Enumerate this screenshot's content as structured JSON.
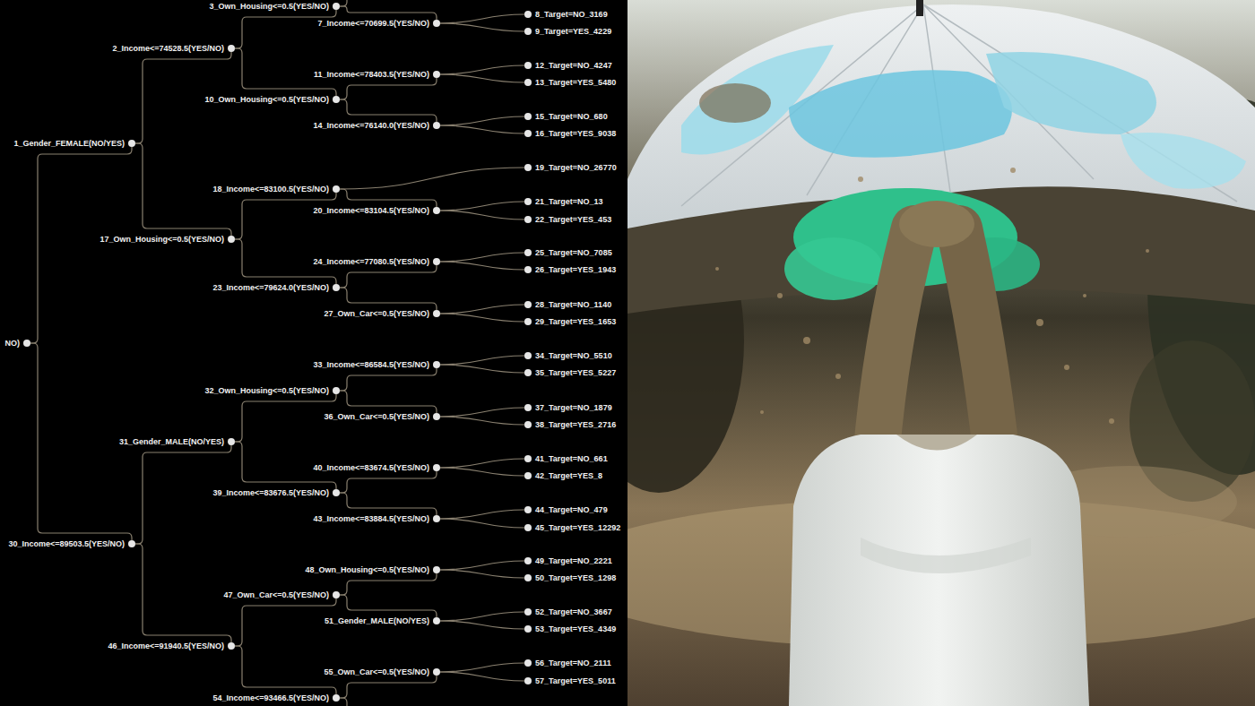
{
  "diagram": {
    "nodes": [
      {
        "text": [
          "NO)"
        ]
      },
      {
        "text": [
          "1_Gender_FEMALE(NO/YES)"
        ]
      },
      {
        "text": [
          "2_Income<=74528.5(YES/NO)"
        ]
      },
      {
        "text": [
          "3_Own_Housing<=0.5(YES/NO)"
        ]
      },
      {
        "text": [
          "7_Income<=70699.5(YES/NO)"
        ]
      },
      {
        "text": [
          "8_Target=NO_3169"
        ]
      },
      {
        "text": [
          "9_Target=YES_4229"
        ]
      },
      {
        "text": [
          "10_Own_Housing<=0.5(YES/NO)"
        ]
      },
      {
        "text": [
          "11_Income<=78403.5(YES/NO)"
        ]
      },
      {
        "text": [
          "12_Target=NO_4247"
        ]
      },
      {
        "text": [
          "13_Target=YES_5480"
        ]
      },
      {
        "text": [
          "14_Income<=76140.0(YES/NO)"
        ]
      },
      {
        "text": [
          "15_Target=NO_680"
        ]
      },
      {
        "text": [
          "16_Target=YES_9038"
        ]
      },
      {
        "text": [
          "17_Own_Housing<=0.5(YES/NO)"
        ]
      },
      {
        "text": [
          "18_Income<=83100.5(YES/NO)"
        ]
      },
      {
        "text": [
          "19_Target=NO_26770"
        ]
      },
      {
        "text": [
          "20_Income<=83104.5(YES/NO)"
        ]
      },
      {
        "text": [
          "21_Target=NO_13"
        ]
      },
      {
        "text": [
          "22_Target=YES_453"
        ]
      },
      {
        "text": [
          "23_Income<=79624.0(YES/NO)"
        ]
      },
      {
        "text": [
          "24_Income<=77080.5(YES/NO)"
        ]
      },
      {
        "text": [
          "25_Target=NO_7085"
        ]
      },
      {
        "text": [
          "26_Target=YES_1943"
        ]
      },
      {
        "text": [
          "27_Own_Car<=0.5(YES/NO)"
        ]
      },
      {
        "text": [
          "28_Target=NO_1140"
        ]
      },
      {
        "text": [
          "29_Target=YES_1653"
        ]
      },
      {
        "text": [
          "30_Income<=89503.5(YES/NO)"
        ]
      },
      {
        "text": [
          "31_Gender_MALE(NO/YES)"
        ]
      },
      {
        "text": [
          "32_Own_Housing<=0.5(YES/NO)"
        ]
      },
      {
        "text": [
          "33_Income<=86584.5(YES/NO)"
        ]
      },
      {
        "text": [
          "34_Target=NO_5510"
        ]
      },
      {
        "text": [
          "35_Target=YES_5227"
        ]
      },
      {
        "text": [
          "36_Own_Car<=0.5(YES/NO)"
        ]
      },
      {
        "text": [
          "37_Target=NO_1879"
        ]
      },
      {
        "text": [
          "38_Target=YES_2716"
        ]
      },
      {
        "text": [
          "39_Income<=83676.5(YES/NO)"
        ]
      },
      {
        "text": [
          "40_Income<=83674.5(YES/NO)"
        ]
      },
      {
        "text": [
          "41_Target=NO_661"
        ]
      },
      {
        "text": [
          "42_Target=YES_8"
        ]
      },
      {
        "text": [
          "43_Income<=83884.5(YES/NO)"
        ]
      },
      {
        "text": [
          "44_Target=NO_479"
        ]
      },
      {
        "text": [
          "45_Target=YES_12292"
        ]
      },
      {
        "text": [
          "46_Income<=91940.5(YES/NO)"
        ]
      },
      {
        "text": [
          "47_Own_Car<=0.5(YES/NO)"
        ]
      },
      {
        "text": [
          "48_Own_Housing<=0.5(YES/NO)"
        ]
      },
      {
        "text": [
          "49_Target=NO_2221"
        ]
      },
      {
        "text": [
          "50_Target=YES_1298"
        ]
      },
      {
        "text": [
          "51_Gender_MALE(NO/YES)"
        ]
      },
      {
        "text": [
          "52_Target=NO_3667"
        ]
      },
      {
        "text": [
          "53_Target=YES_4349"
        ]
      },
      {
        "text": [
          "54_Income<=93466.5(YES/NO)"
        ]
      },
      {
        "text": [
          "55_Own_Car<=0.5(YES/NO)"
        ]
      },
      {
        "text": [
          "56_Target=NO_2111"
        ]
      },
      {
        "text": [
          "57_Target=YES_5011"
        ]
      }
    ],
    "edges": [
      {
        "from": 0,
        "to": 1,
        "arrow": "none"
      },
      {
        "from": 0,
        "to": 27,
        "arrow": "none"
      },
      {
        "from": 1,
        "to": 2,
        "arrow": "none"
      },
      {
        "from": 1,
        "to": 14,
        "arrow": "none"
      },
      {
        "from": 2,
        "to": 3,
        "arrow": "none"
      },
      {
        "from": 2,
        "to": 7,
        "arrow": "none"
      },
      {
        "from": 3,
        "to": 4,
        "arrow": "none"
      },
      {
        "from": 4,
        "to": 5,
        "arrow": "none"
      },
      {
        "from": 4,
        "to": 6,
        "arrow": "none"
      },
      {
        "from": 7,
        "to": 8,
        "arrow": "none"
      },
      {
        "from": 7,
        "to": 11,
        "arrow": "none"
      },
      {
        "from": 8,
        "to": 9,
        "arrow": "none"
      },
      {
        "from": 8,
        "to": 10,
        "arrow": "none"
      },
      {
        "from": 11,
        "to": 12,
        "arrow": "none"
      },
      {
        "from": 11,
        "to": 13,
        "arrow": "none"
      },
      {
        "from": 14,
        "to": 15,
        "arrow": "none"
      },
      {
        "from": 14,
        "to": 20,
        "arrow": "none"
      },
      {
        "from": 15,
        "to": 16,
        "arrow": "none"
      },
      {
        "from": 15,
        "to": 17,
        "arrow": "none"
      },
      {
        "from": 17,
        "to": 18,
        "arrow": "none"
      },
      {
        "from": 17,
        "to": 19,
        "arrow": "none"
      },
      {
        "from": 20,
        "to": 21,
        "arrow": "none"
      },
      {
        "from": 20,
        "to": 24,
        "arrow": "none"
      },
      {
        "from": 21,
        "to": 22,
        "arrow": "none"
      },
      {
        "from": 21,
        "to": 23,
        "arrow": "none"
      },
      {
        "from": 24,
        "to": 25,
        "arrow": "none"
      },
      {
        "from": 24,
        "to": 26,
        "arrow": "none"
      },
      {
        "from": 27,
        "to": 28,
        "arrow": "none"
      },
      {
        "from": 27,
        "to": 43,
        "arrow": "none"
      },
      {
        "from": 28,
        "to": 29,
        "arrow": "none"
      },
      {
        "from": 28,
        "to": 36,
        "arrow": "none"
      },
      {
        "from": 29,
        "to": 30,
        "arrow": "none"
      },
      {
        "from": 29,
        "to": 33,
        "arrow": "none"
      },
      {
        "from": 30,
        "to": 31,
        "arrow": "none"
      },
      {
        "from": 30,
        "to": 32,
        "arrow": "none"
      },
      {
        "from": 33,
        "to": 34,
        "arrow": "none"
      },
      {
        "from": 33,
        "to": 35,
        "arrow": "none"
      },
      {
        "from": 36,
        "to": 37,
        "arrow": "none"
      },
      {
        "from": 36,
        "to": 40,
        "arrow": "none"
      },
      {
        "from": 37,
        "to": 38,
        "arrow": "none"
      },
      {
        "from": 37,
        "to": 39,
        "arrow": "none"
      },
      {
        "from": 40,
        "to": 41,
        "arrow": "none"
      },
      {
        "from": 40,
        "to": 42,
        "arrow": "none"
      },
      {
        "from": 43,
        "to": 44,
        "arrow": "none"
      },
      {
        "from": 43,
        "to": 51,
        "arrow": "none"
      },
      {
        "from": 44,
        "to": 45,
        "arrow": "none"
      },
      {
        "from": 44,
        "to": 48,
        "arrow": "none"
      },
      {
        "from": 45,
        "to": 46,
        "arrow": "none"
      },
      {
        "from": 45,
        "to": 47,
        "arrow": "none"
      },
      {
        "from": 48,
        "to": 49,
        "arrow": "none"
      },
      {
        "from": 48,
        "to": 50,
        "arrow": "none"
      },
      {
        "from": 51,
        "to": 52,
        "arrow": "none"
      },
      {
        "from": 52,
        "to": 53,
        "arrow": "none"
      },
      {
        "from": 52,
        "to": 54,
        "arrow": "none"
      }
    ]
  }
}
